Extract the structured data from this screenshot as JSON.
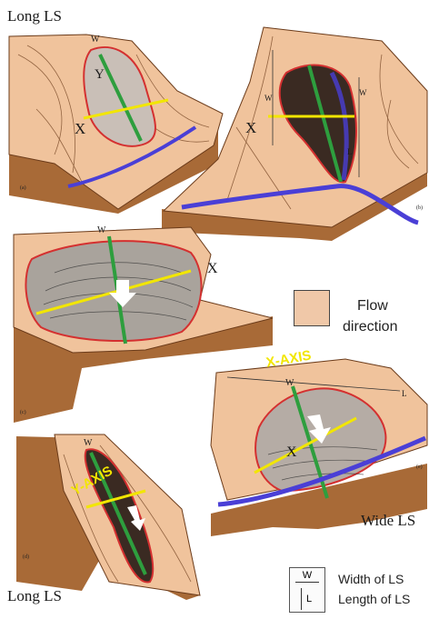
{
  "panels": {
    "a": {
      "title": "Long LS",
      "marker": "(a)"
    },
    "b": {
      "marker": "(b)"
    },
    "c": {
      "marker": "(c)"
    },
    "d": {
      "title": "Long LS",
      "marker": "(d)",
      "axis_label": "Y-AXIS"
    },
    "e": {
      "title": "Wide LS",
      "marker": "(e)",
      "axis_label": "X-AXIS"
    }
  },
  "axis_letters": {
    "x": "X",
    "y": "Y",
    "w": "W",
    "l": "L"
  },
  "legend": {
    "flow_line1": "Flow",
    "flow_line2": "direction",
    "width_key": "W",
    "length_key": "L",
    "width_text": "Width of LS",
    "length_text": "Length of LS"
  },
  "colors": {
    "terrain_top": "#f0c39c",
    "terrain_side": "#a86a37",
    "landslide_body": "#c9bfb7",
    "scarp_outline": "#d43030",
    "length_axis": "#2e9e3e",
    "width_axis": "#f2e600",
    "river": "#4a3fd6"
  }
}
